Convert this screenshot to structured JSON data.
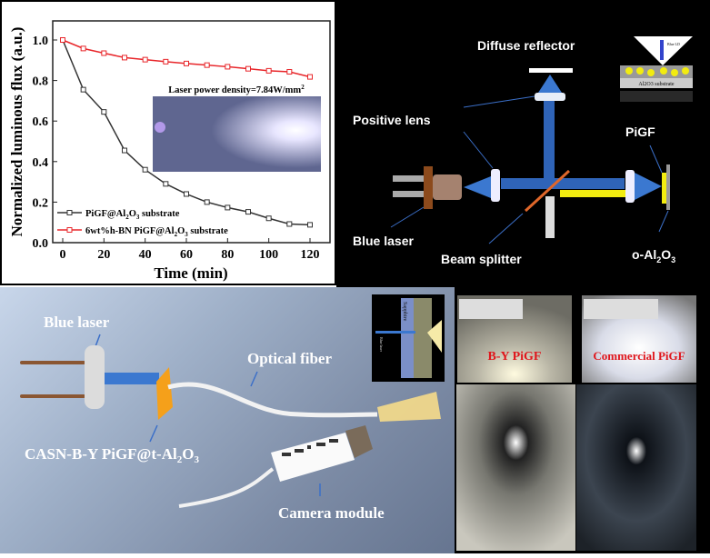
{
  "chart_data": {
    "type": "line",
    "title": "",
    "xlabel": "Time (min)",
    "ylabel": "Normalized luminous flux (a.u.)",
    "xlim": [
      -5,
      127
    ],
    "ylim": [
      0,
      1.1
    ],
    "xticks": [
      0,
      20,
      40,
      60,
      80,
      100,
      120
    ],
    "yticks": [
      0.0,
      0.2,
      0.4,
      0.6,
      0.8,
      1.0
    ],
    "ytick_labels": [
      "0.0",
      "0.2",
      "0.4",
      "0.6",
      "0.8",
      "1.0"
    ],
    "grid": false,
    "legend_position": "bottom-left",
    "x": [
      0,
      10,
      20,
      30,
      40,
      50,
      60,
      70,
      80,
      90,
      100,
      110,
      120
    ],
    "series": [
      {
        "name": "PiGF@Al2O3 substrate",
        "name_parts": [
          "PiGF@Al",
          "2",
          "O",
          "3",
          " substrate"
        ],
        "color": "#333333",
        "values": [
          1.0,
          0.755,
          0.645,
          0.455,
          0.36,
          0.29,
          0.24,
          0.2,
          0.173,
          0.152,
          0.12,
          0.092,
          0.088
        ]
      },
      {
        "name": "6wt%h-BN PiGF@Al2O3 substrate",
        "name_parts": [
          "6wt%h-BN PiGF@Al",
          "2",
          "O",
          "3",
          " substrate"
        ],
        "color": "#e8262a",
        "values": [
          1.0,
          0.958,
          0.935,
          0.913,
          0.903,
          0.893,
          0.884,
          0.876,
          0.868,
          0.858,
          0.848,
          0.843,
          0.818
        ]
      }
    ],
    "annotation": "Laser power density=7.84W/mm",
    "annotation_sup": "2"
  },
  "setup": {
    "diffuse_reflector": "Diffuse reflector",
    "positive_lens": "Positive lens",
    "blue_laser": "Blue laser",
    "beam_splitter": "Beam splitter",
    "pigf": "PiGF",
    "o_al2o3": [
      "o-Al",
      "2",
      "O",
      "3"
    ],
    "inset_substrate": "Al2O3 substrate",
    "inset_blue": "Blue LD"
  },
  "fiber": {
    "blue_laser": "Blue laser",
    "optical_fiber": "Optical fiber",
    "pigf_label": [
      "CASN-B-Y PiGF@t-Al",
      "2",
      "O",
      "3"
    ],
    "camera_module": "Camera module",
    "inset_sapphire": "Sapphire",
    "inset_blue": "Blue laser"
  },
  "photos": {
    "by_pigf": "B-Y PiGF",
    "commercial_pigf": "Commercial PiGF",
    "label_color": "#e0161c"
  }
}
